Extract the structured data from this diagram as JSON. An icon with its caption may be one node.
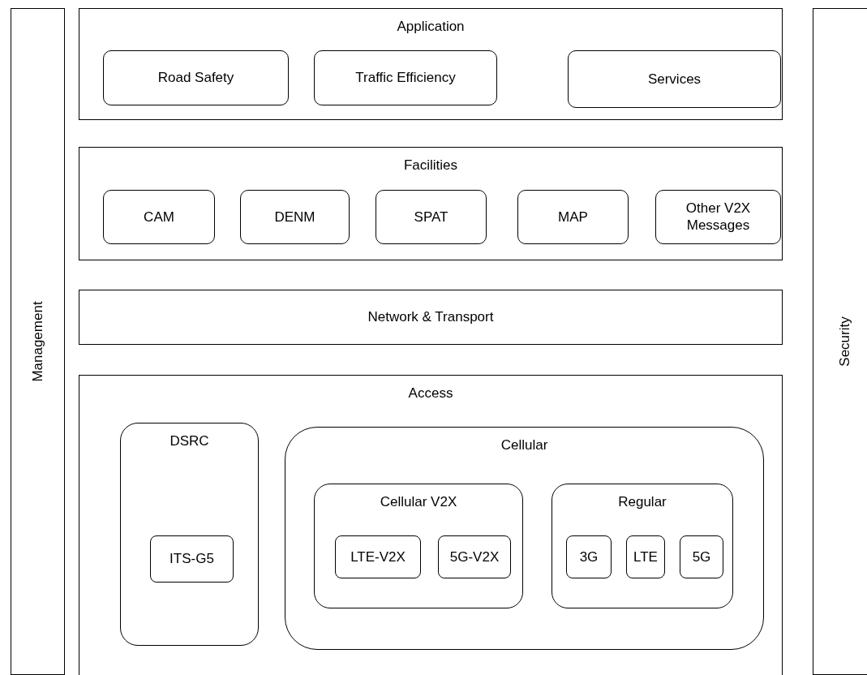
{
  "diagram": {
    "nodes": [
      {
        "text": [
          "Management"
        ]
      },
      {
        "text": [
          "Application"
        ]
      },
      {
        "text": [
          "Road Safety"
        ],
        "in": 1
      },
      {
        "text": [
          "Traffic Efficiency"
        ],
        "in": 1
      },
      {
        "text": [
          "Services"
        ],
        "in": 1
      },
      {
        "text": [
          "Facilities"
        ]
      },
      {
        "text": [
          "CAM"
        ],
        "in": 5
      },
      {
        "text": [
          "DENM"
        ],
        "in": 5
      },
      {
        "text": [
          "SPAT"
        ],
        "in": 5
      },
      {
        "text": [
          "MAP"
        ],
        "in": 5
      },
      {
        "text": [
          "Other V2X Messages"
        ],
        "in": 5
      },
      {
        "text": [
          "Network & Transport"
        ]
      },
      {
        "text": [
          "Access"
        ]
      },
      {
        "text": [
          "DSRC"
        ],
        "in": 12
      },
      {
        "text": [
          "ITS-G5"
        ],
        "in": 13
      },
      {
        "text": [
          "Cellular"
        ],
        "in": 12
      },
      {
        "text": [
          "Cellular V2X"
        ],
        "in": 15
      },
      {
        "text": [
          "LTE-V2X"
        ],
        "in": 16
      },
      {
        "text": [
          "5G-V2X"
        ],
        "in": 16
      },
      {
        "text": [
          "Regular"
        ],
        "in": 15
      },
      {
        "text": [
          "3G"
        ],
        "in": 19
      },
      {
        "text": [
          "LTE"
        ],
        "in": 19
      },
      {
        "text": [
          "5G"
        ],
        "in": 19
      },
      {
        "text": [
          "Security"
        ]
      }
    ]
  }
}
